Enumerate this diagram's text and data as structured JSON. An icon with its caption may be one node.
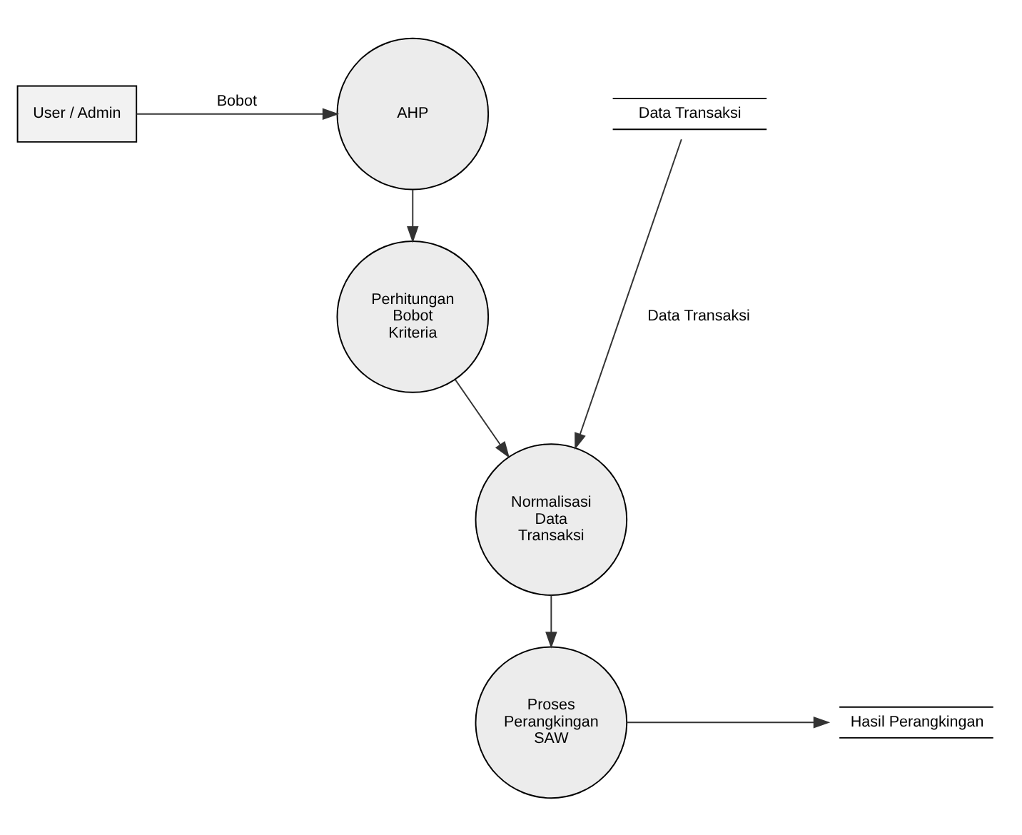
{
  "diagram": {
    "nodes": [
      {
        "text": [
          "User / Admin"
        ]
      },
      {
        "text": [
          "AHP"
        ]
      },
      {
        "text": [
          "Data Transaksi"
        ]
      },
      {
        "text": [
          "Perhitungan Bobot Kriteria"
        ]
      },
      {
        "text": [
          "Normalisasi Data Transaksi"
        ]
      },
      {
        "text": [
          "Hasil Perangkingan"
        ]
      },
      {
        "text": [
          "Proses Perangkingan SAW"
        ]
      }
    ],
    "edges": [
      {
        "from": 0,
        "to": 1,
        "arrow": "to",
        "label": "Bobot"
      },
      {
        "from": 1,
        "to": 3,
        "arrow": "to"
      },
      {
        "from": 3,
        "to": 4,
        "arrow": "to"
      },
      {
        "from": 2,
        "to": 4,
        "arrow": "to",
        "label": "Data Transaksi"
      },
      {
        "from": 4,
        "to": 6,
        "arrow": "to"
      },
      {
        "from": 6,
        "to": 5,
        "arrow": "to"
      }
    ]
  }
}
